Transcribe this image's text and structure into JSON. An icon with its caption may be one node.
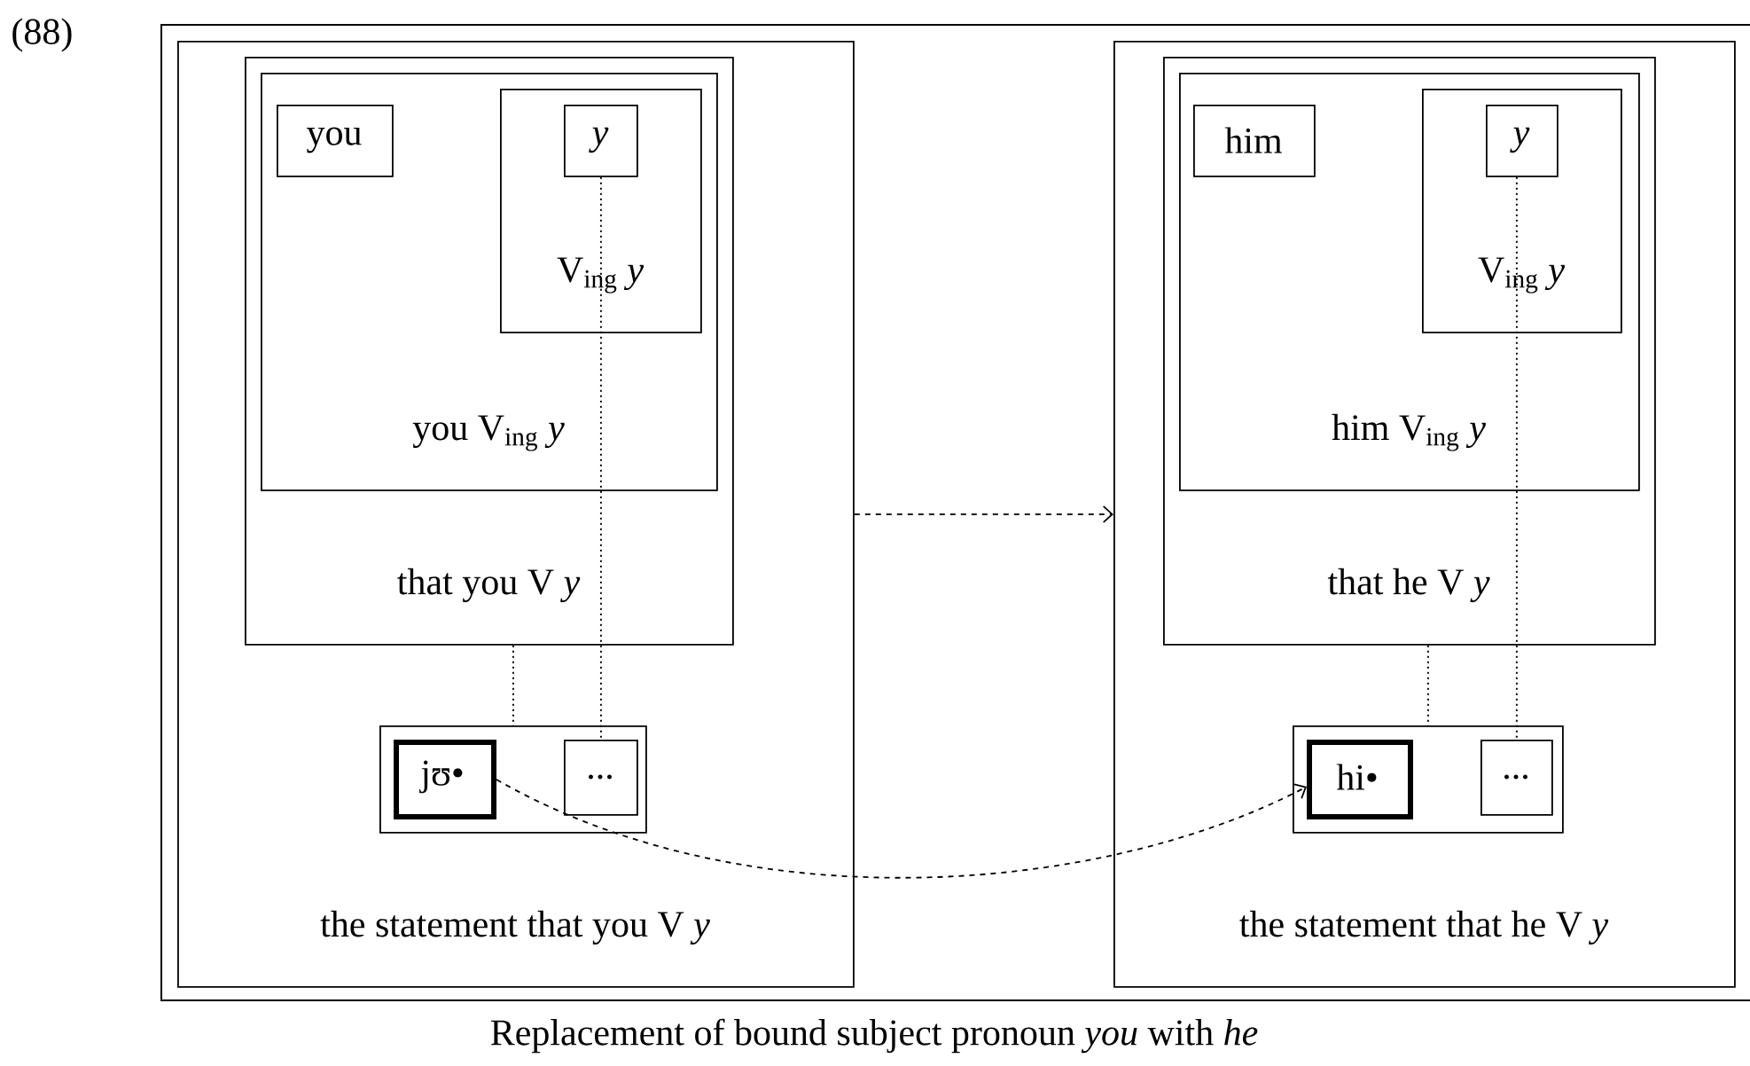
{
  "diagram": {
    "caption": "Replacement of bound subject pronoun *you* with *he*",
    "nodes": [
      {
        "text": [
          "the statement that you V *y*"
        ]
      },
      {
        "text": [
          "that you V *y*"
        ],
        "in": 0
      },
      {
        "text": [
          "you V$_{ing}$ *y*"
        ],
        "in": 1
      },
      {
        "text": [
          "you"
        ],
        "in": 2
      },
      {
        "text": [
          "V$_{ing}$ *y*"
        ],
        "in": 2
      },
      {
        "text": [
          "y"
        ],
        "in": 4
      },
      {
        "text": [],
        "shape": "box",
        "in": 0
      },
      {
        "text": [
          "jʊ•"
        ],
        "in": 6
      },
      {
        "text": [
          "..."
        ],
        "in": 6
      },
      {
        "text": [
          "the statement that he V *y*"
        ]
      },
      {
        "text": [
          "that he V *y*"
        ],
        "in": 9
      },
      {
        "text": [
          "him V$_{ing}$ *y*"
        ],
        "in": 10
      },
      {
        "text": [
          "him"
        ],
        "in": 11
      },
      {
        "text": [
          "V$_{ing}$ *y*"
        ],
        "in": 11
      },
      {
        "text": [
          "y"
        ],
        "in": 13
      },
      {
        "text": [],
        "shape": "box",
        "in": 9
      },
      {
        "text": [
          "hi•"
        ],
        "in": 15
      },
      {
        "text": [
          "..."
        ],
        "in": 15
      }
    ],
    "edges": [
      {
        "from": 1,
        "to": 6,
        "arrow": "none"
      },
      {
        "from": 5,
        "to": 8,
        "arrow": "none"
      },
      {
        "from": 10,
        "to": 15,
        "arrow": "none"
      },
      {
        "from": 14,
        "to": 17,
        "arrow": "none"
      },
      {
        "from": 0,
        "to": 9,
        "arrow": "to",
        "style": "dashed"
      },
      {
        "from": 7,
        "to": 16,
        "arrow": "to",
        "style": "dashed"
      }
    ],
    "labels": [
      "(88)"
    ]
  }
}
